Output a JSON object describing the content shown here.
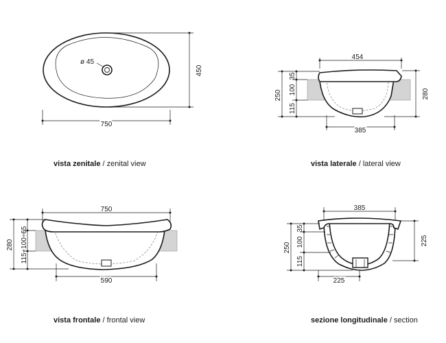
{
  "views": {
    "zenital": {
      "caption_bold": "vista zenitale",
      "caption_rest": " / zenital view",
      "hole_label": "ø 45",
      "width_label": "750",
      "depth_label": "450"
    },
    "lateral": {
      "caption_bold": "vista laterale",
      "caption_rest": " / lateral view",
      "top_width_label": "454",
      "bottom_width_label": "385",
      "total_height_label": "250",
      "right_height_label": "280",
      "dim_35": "35",
      "dim_100": "100",
      "dim_115": "115"
    },
    "frontal": {
      "caption_bold": "vista frontale",
      "caption_rest": " / frontal view",
      "top_width_label": "750",
      "bottom_width_label": "590",
      "height_label": "280",
      "stack_label": "115÷100÷65"
    },
    "section": {
      "caption_bold": "sezione longitudinale",
      "caption_rest": " / section",
      "top_width_label": "385",
      "bottom_width_label": "225",
      "total_height_label": "250",
      "right_height_label": "225",
      "dim_35": "35",
      "dim_100": "100",
      "dim_115": "115"
    }
  }
}
